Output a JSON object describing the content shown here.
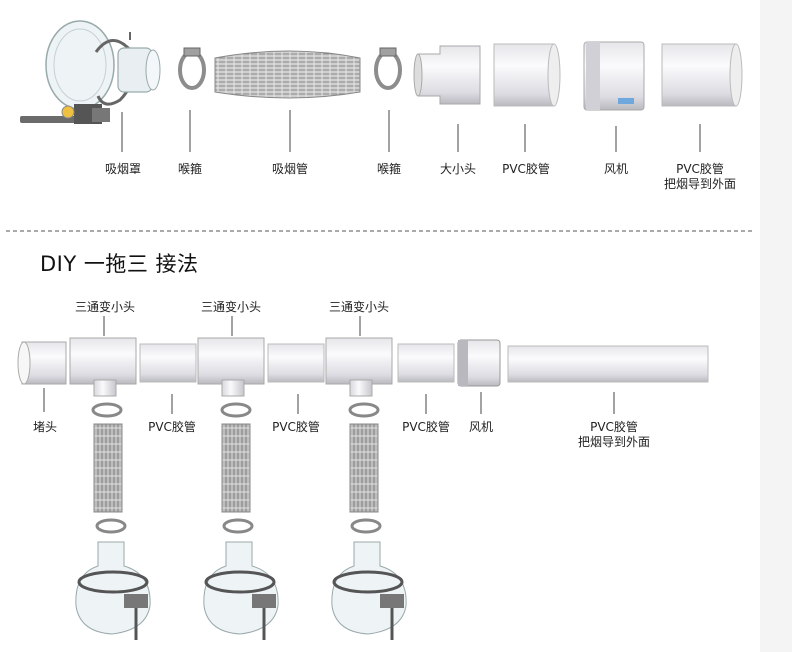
{
  "top_section": {
    "labels": [
      "吸烟罩",
      "喉箍",
      "吸烟管",
      "喉箍",
      "大小头",
      "PVC胶管",
      "风机"
    ],
    "last_label": {
      "line1": "PVC胶管",
      "line2": "把烟导到外面"
    }
  },
  "bottom_section": {
    "title": "DIY 一拖三 接法",
    "tee_label": "三通变小头",
    "end_cap_label": "堵头",
    "pvc_pipe_label": "PVC胶管",
    "fan_label": "风机",
    "outlet_label": {
      "line1": "PVC胶管",
      "line2": "把烟导到外面"
    }
  },
  "colors": {
    "pipe_white": "#f2f2f4",
    "pipe_shadow": "#c8c8cc",
    "metal": "#9a9a9a",
    "dashed_line": "#555555"
  }
}
